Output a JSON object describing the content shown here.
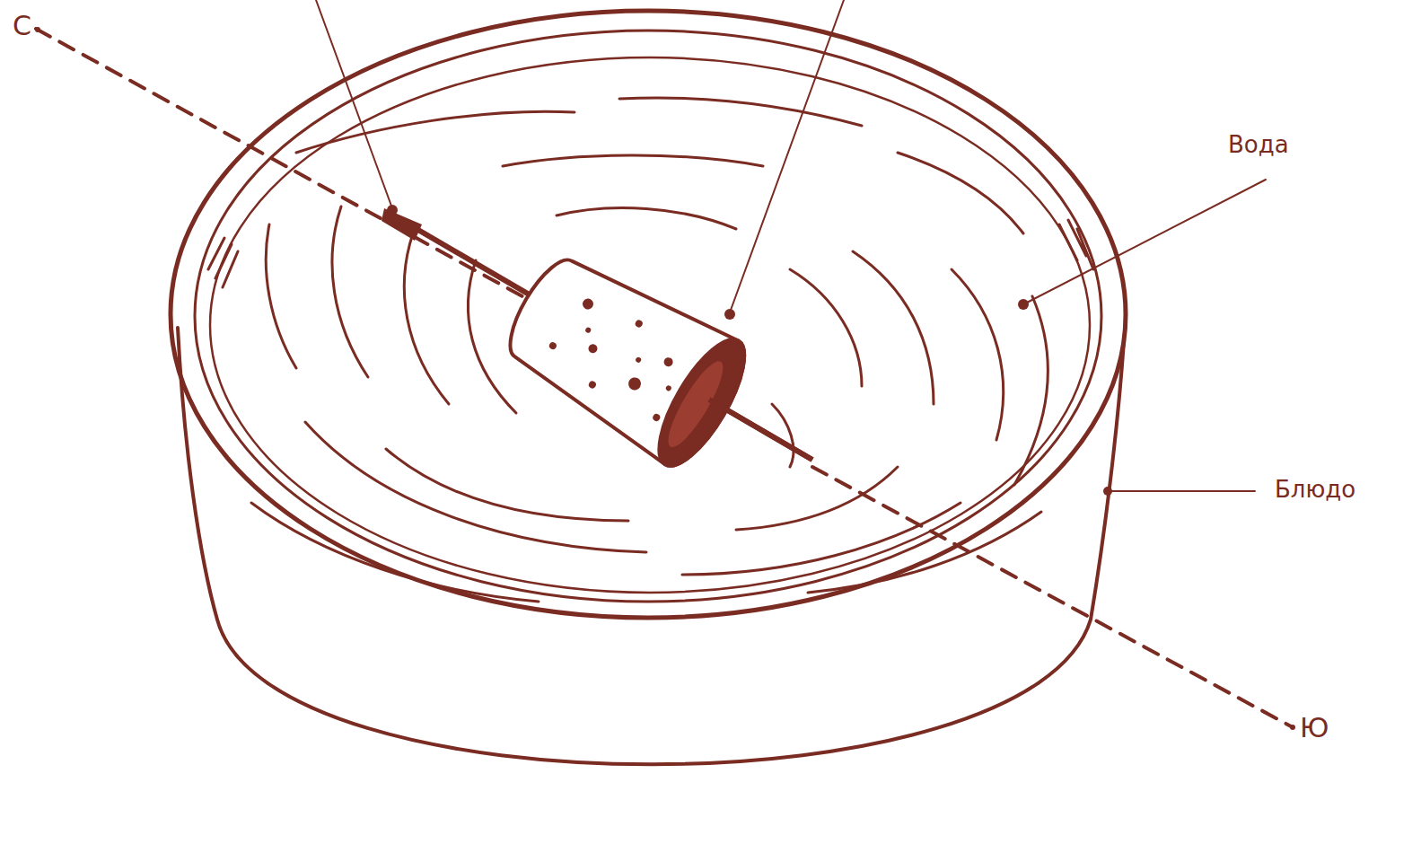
{
  "diagram": {
    "labels": [
      "С",
      "Ю",
      "Вода",
      "Блюдо"
    ]
  }
}
